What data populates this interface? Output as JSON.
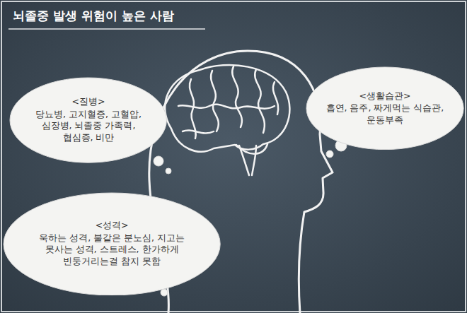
{
  "diagram": {
    "title": "뇌졸중 발생 위험이 높은 사람",
    "nodes": [
      {
        "text": [
          "<질병>",
          "당뇨병, 고지혈증, 고혈압, 심장병, 뇌졸중 가족력, 협심증, 비만"
        ]
      },
      {
        "text": [
          "<생활습관>",
          "흡연, 음주, 짜게먹는 식습관, 운동부족"
        ]
      },
      {
        "text": [
          "<성격>",
          "욱하는 성격, 불같은 분노심, 지고는 못사는 성격, 스트레스, 한가하게 빈둥거리는걸 참지 못함"
        ]
      }
    ]
  }
}
